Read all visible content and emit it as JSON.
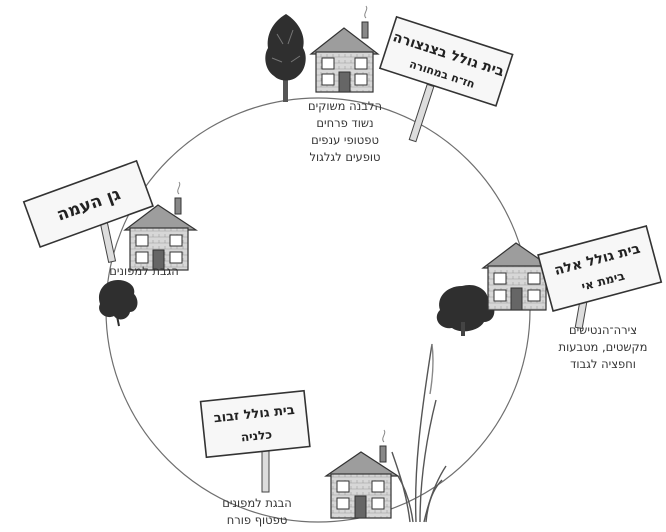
{
  "colors": {
    "stroke": "#3a3a3a",
    "house_fill": "#d9d9d9",
    "house_roof": "#9a9a9a",
    "sign_fill": "#f7f7f7",
    "foliage": "#2f2f2f",
    "circle": "#7a7a7a"
  },
  "stations": {
    "top": {
      "sign_line1": "בית גולל בצנצורה",
      "sign_line2": "חז־ח במחורה",
      "captions": [
        "הלבנה משוקים",
        "נשוד פרחים",
        "טפטופי ענפים",
        "טופעים לגלגול"
      ]
    },
    "left": {
      "sign_line1": "גן העמה",
      "captions": [
        "הגבת למפונים"
      ]
    },
    "right": {
      "sign_line1": "בית גולל אלה",
      "sign_line2": "בימת אי",
      "captions": [
        "צירה־הנטישים",
        "מקשטים, מטבעות",
        "וחפציה לגבוד"
      ]
    },
    "bottom": {
      "sign_line1": "בית גולל זבוב",
      "sign_line2": "כלניה",
      "captions": [
        "הבגת למפונים",
        "טפטוף פורח"
      ]
    }
  }
}
